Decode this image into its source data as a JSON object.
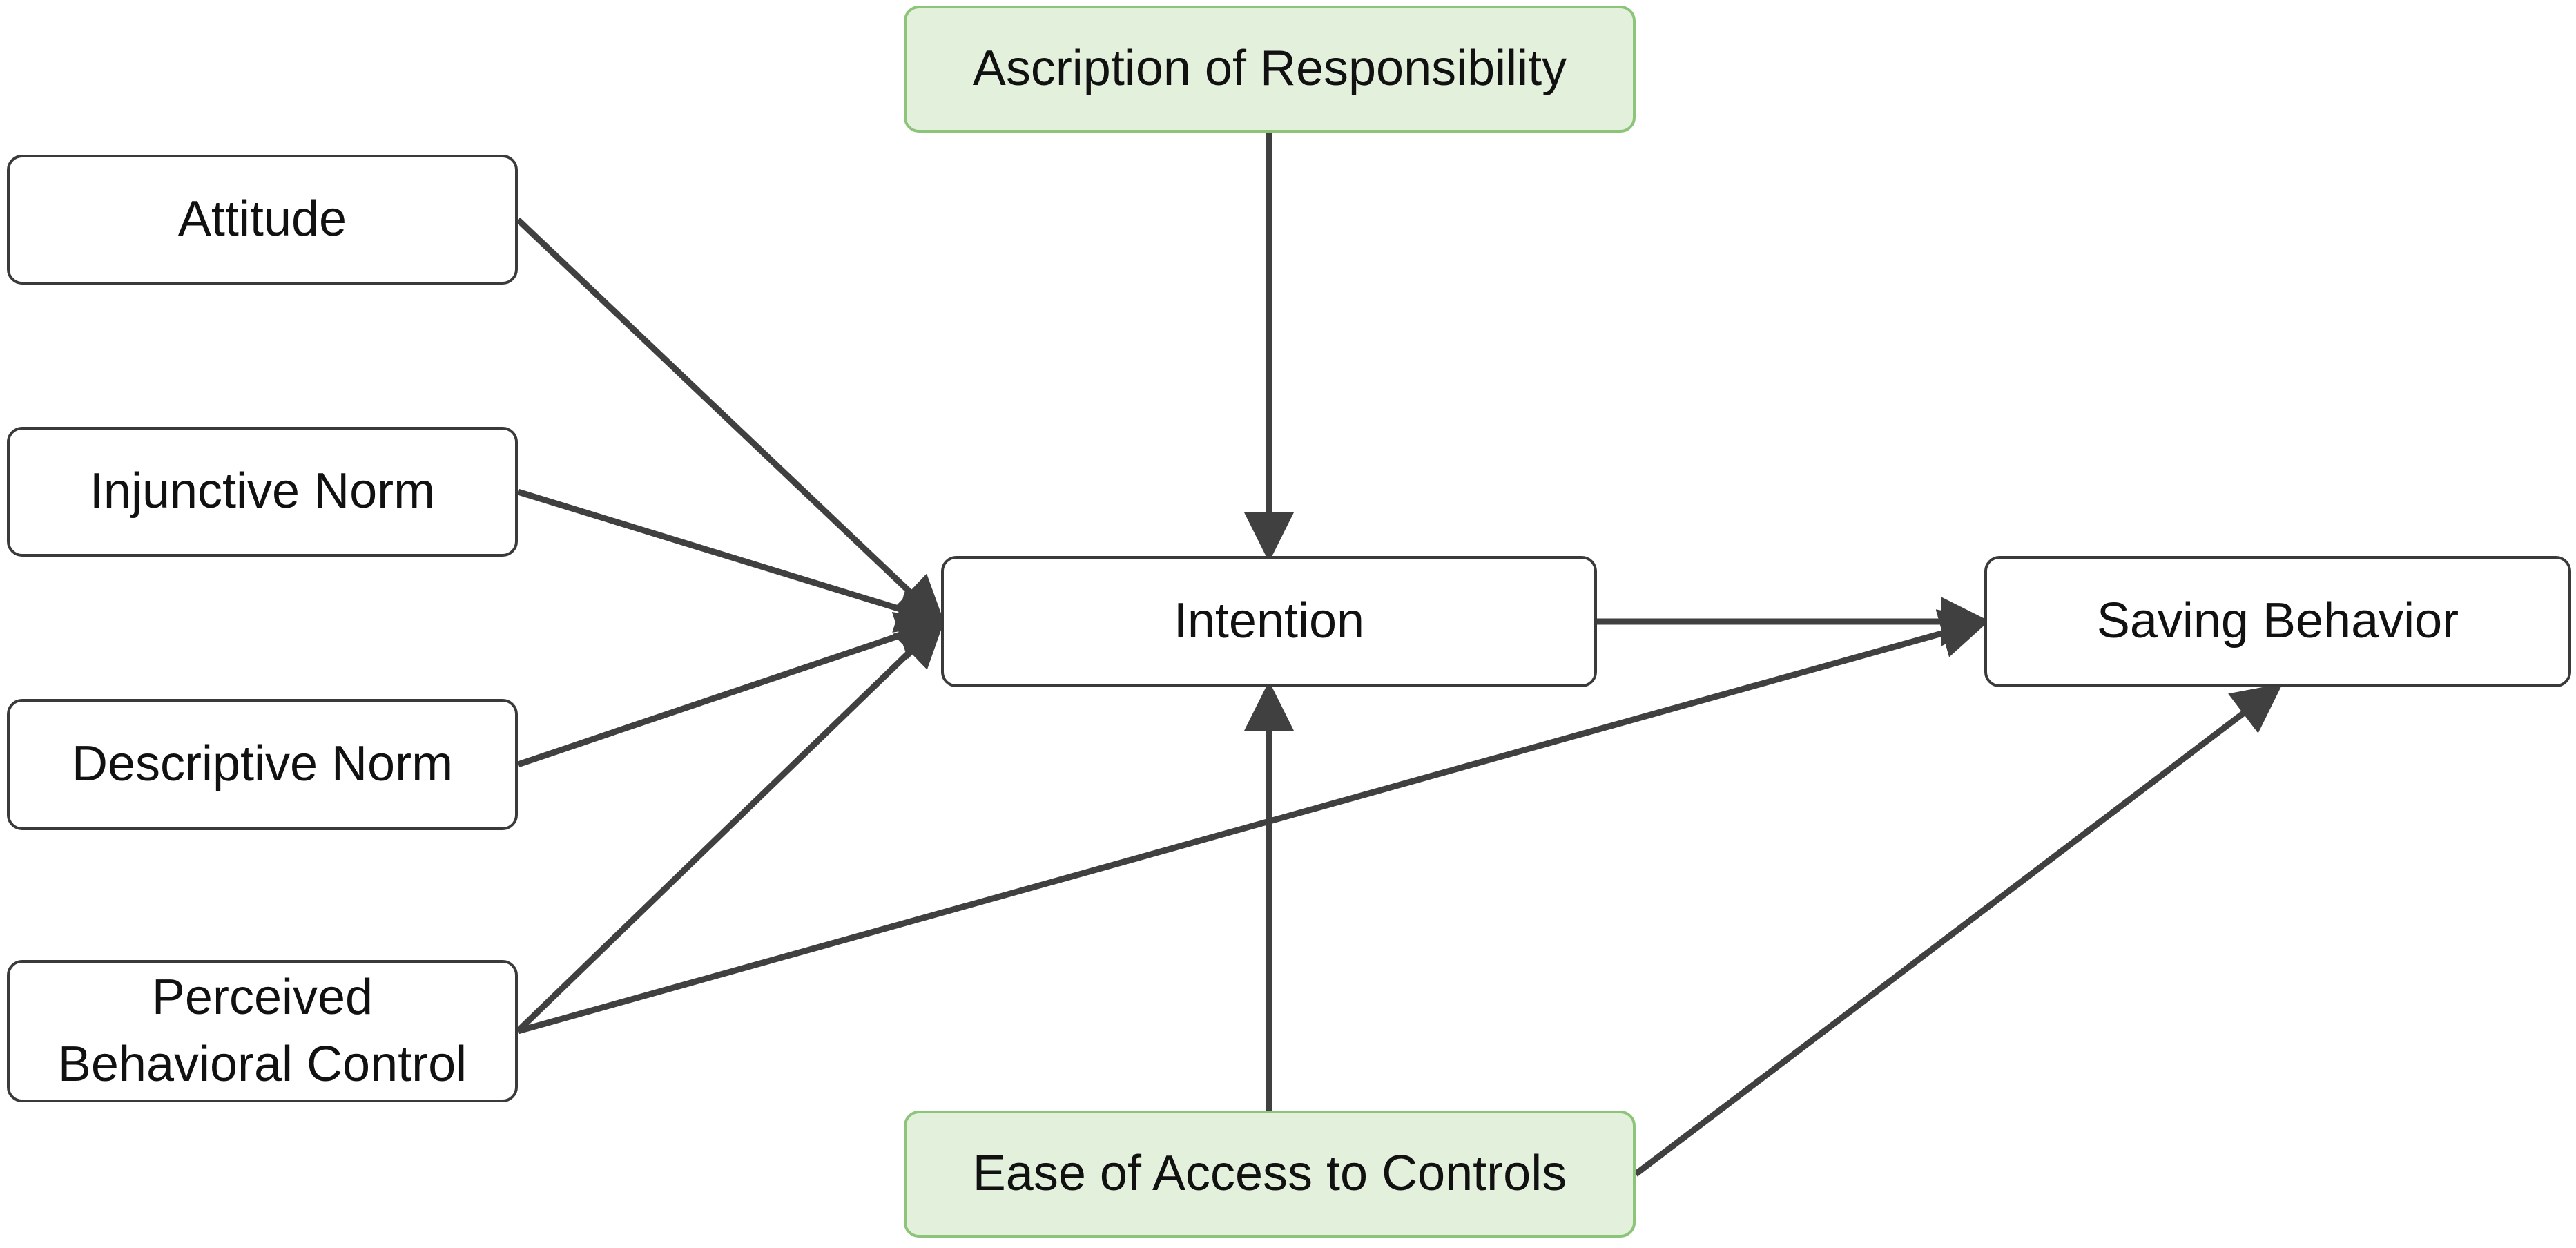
{
  "diagram": {
    "nodes": [
      {
        "id": "ascription",
        "label": "Ascription of Responsibility",
        "kind": "moderator"
      },
      {
        "id": "attitude",
        "label": "Attitude",
        "kind": "construct"
      },
      {
        "id": "injunctive",
        "label": "Injunctive Norm",
        "kind": "construct"
      },
      {
        "id": "descriptive",
        "label": "Descriptive Norm",
        "kind": "construct"
      },
      {
        "id": "pbc",
        "label": "Perceived\nBehavioral Control",
        "kind": "construct"
      },
      {
        "id": "intention",
        "label": "Intention",
        "kind": "construct"
      },
      {
        "id": "saving",
        "label": "Saving Behavior",
        "kind": "construct"
      },
      {
        "id": "ease",
        "label": "Ease of Access to Controls",
        "kind": "moderator"
      }
    ],
    "edges": [
      {
        "from": "attitude",
        "to": "intention"
      },
      {
        "from": "injunctive",
        "to": "intention"
      },
      {
        "from": "descriptive",
        "to": "intention"
      },
      {
        "from": "pbc",
        "to": "intention"
      },
      {
        "from": "pbc",
        "to": "saving"
      },
      {
        "from": "ascription",
        "to": "intention"
      },
      {
        "from": "ease",
        "to": "intention"
      },
      {
        "from": "ease",
        "to": "saving"
      },
      {
        "from": "intention",
        "to": "saving"
      }
    ],
    "colors": {
      "border": "#3a3a3a",
      "arrow": "#404040",
      "moderator_fill": "#e3f0dc",
      "moderator_border": "#8cc47a",
      "text": "#111111"
    }
  }
}
